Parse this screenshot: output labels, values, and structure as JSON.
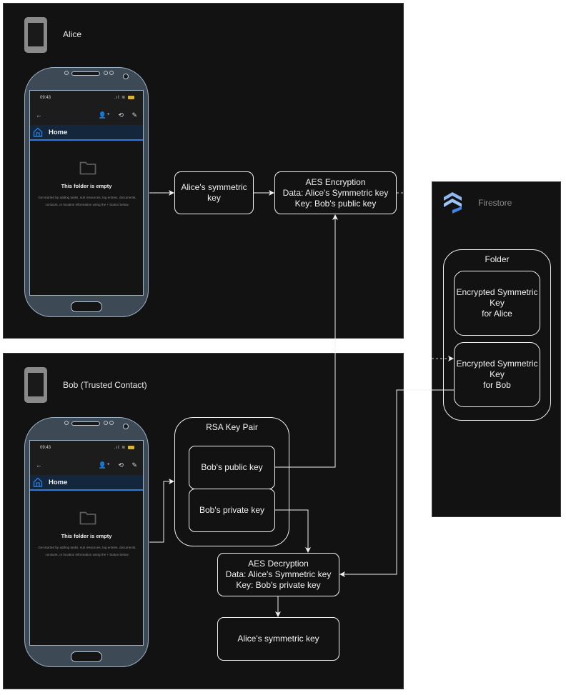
{
  "alice_panel": {
    "title": "Alice",
    "phone": {
      "status_time": "09:43",
      "status_bell": "🔔",
      "status_signal": "▂▄▆",
      "status_wifi": "WiFi",
      "battery": "battery-icon",
      "back_icon": "←",
      "tools": [
        "add-person",
        "history",
        "edit"
      ],
      "header_title": "Home",
      "empty_title": "This folder is empty",
      "empty_desc": "Get started by adding tasks, sub resources, log entries, documents, contacts, or location information using the + button below."
    },
    "boxes": {
      "symmetric_key": "Alice's symmetric key",
      "aes_encryption": [
        "AES Encryption",
        "Data: Alice's Symmetric key",
        "Key: Bob's public key"
      ]
    }
  },
  "bob_panel": {
    "title": "Bob (Trusted Contact)",
    "phone": {
      "status_time": "09:43",
      "header_title": "Home",
      "empty_title": "This folder is empty",
      "empty_desc": "Get started by adding tasks, sub resources, log entries, documents, contacts, or location information using the + button below."
    },
    "rsa_group": {
      "title": "RSA Key Pair",
      "public_key": "Bob's public key",
      "private_key": "Bob's private key"
    },
    "boxes": {
      "aes_decryption": [
        "AES Decryption",
        "Data: Alice's Symmetric key",
        "Key: Bob's private key"
      ],
      "result_key": "Alice's symmetric key"
    }
  },
  "firestore_panel": {
    "title": "Firestore",
    "folder": {
      "title": "Folder",
      "alice_key": [
        "Encrypted Symmetric",
        "Key",
        "for Alice"
      ],
      "bob_key": [
        "Encrypted Symmetric",
        "Key",
        "for Bob"
      ]
    }
  },
  "colors": {
    "panel_bg": "#121212",
    "line": "#f0f0f0",
    "phone_body": "#3d4a55",
    "phone_outline": "#9ab0c4",
    "accent_blue": "#2f7bd6",
    "firestore_blue": "#4d8ee8"
  }
}
